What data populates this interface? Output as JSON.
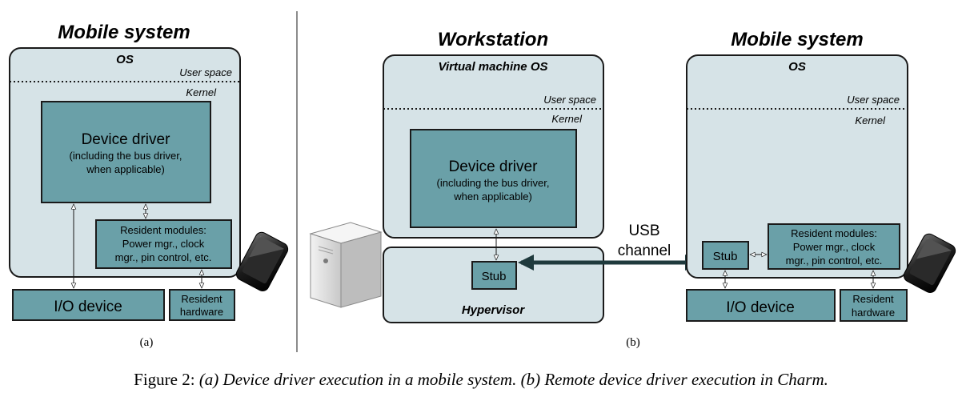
{
  "panel_a": {
    "title": "Mobile system",
    "os_label": "OS",
    "user_space": "User space",
    "kernel": "Kernel",
    "driver_title": "Device driver",
    "driver_sub1": "(including the bus driver,",
    "driver_sub2": "when applicable)",
    "resident_l1": "Resident modules:",
    "resident_l2": "Power mgr., clock",
    "resident_l3": "mgr., pin control, etc.",
    "io_device": "I/O device",
    "hw_l1": "Resident",
    "hw_l2": "hardware",
    "caption": "(a)"
  },
  "panel_b": {
    "ws_title": "Workstation",
    "vm_label": "Virtual machine OS",
    "user_space": "User space",
    "kernel": "Kernel",
    "driver_title": "Device driver",
    "driver_sub1": "(including the bus driver,",
    "driver_sub2": "when applicable)",
    "stub": "Stub",
    "hypervisor": "Hypervisor",
    "usb_l1": "USB",
    "usb_l2": "channel",
    "mobile_title": "Mobile system",
    "os_label": "OS",
    "user_space2": "User space",
    "kernel2": "Kernel",
    "stub2": "Stub",
    "resident_l1": "Resident modules:",
    "resident_l2": "Power mgr., clock",
    "resident_l3": "mgr., pin control, etc.",
    "io_device": "I/O device",
    "hw_l1": "Resident",
    "hw_l2": "hardware",
    "caption": "(b)"
  },
  "figure_caption": {
    "prefix": "Figure 2: ",
    "text": "(a) Device driver execution in a mobile system. (b) Remote device driver execution in Charm."
  },
  "colors": {
    "light_fill": "#d6e3e7",
    "box_fill": "#6aa0a8",
    "stroke": "#1a1a1a",
    "usb_arrow": "#1f3a3d"
  },
  "icons": [
    "smartphone-icon",
    "server-tower-icon"
  ]
}
